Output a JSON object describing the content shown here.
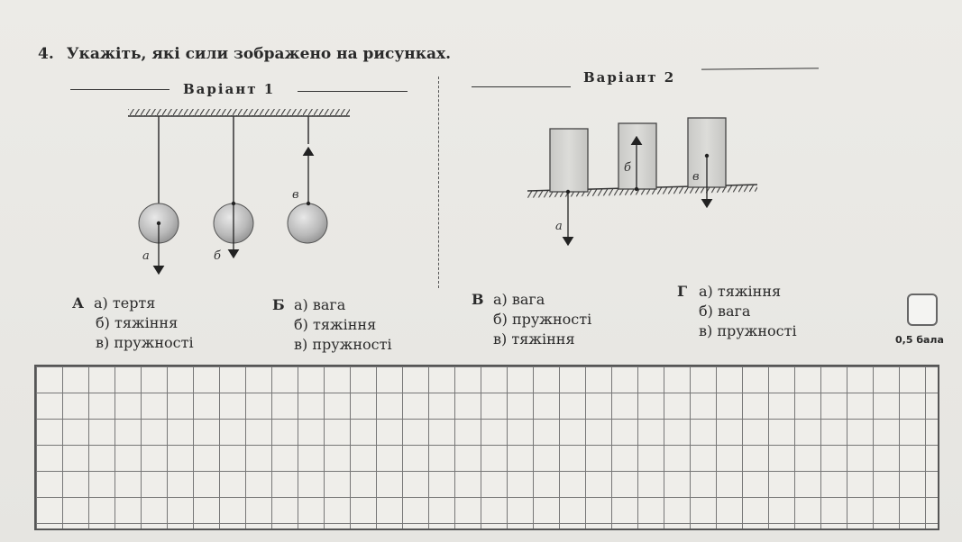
{
  "question": {
    "number": "4.",
    "text": "Укажіть, які сили зображено на рисунках."
  },
  "variant1": {
    "title": "Варіант 1",
    "labels": [
      "а",
      "б",
      "в"
    ]
  },
  "variant2": {
    "title": "Варіант 2",
    "labels": [
      "а",
      "б",
      "в"
    ]
  },
  "options": [
    {
      "letter": "А",
      "items": [
        "а) тертя",
        "б) тяжіння",
        "в) пружності"
      ]
    },
    {
      "letter": "Б",
      "items": [
        "а) вага",
        "б) тяжіння",
        "в) пружності"
      ]
    },
    {
      "letter": "В",
      "items": [
        "а) вага",
        "б) пружності",
        "в) тяжіння"
      ]
    },
    {
      "letter": "Г",
      "items": [
        "а) тяжіння",
        "б) вага",
        "в) пружності"
      ]
    }
  ],
  "score": "0,5 бала"
}
